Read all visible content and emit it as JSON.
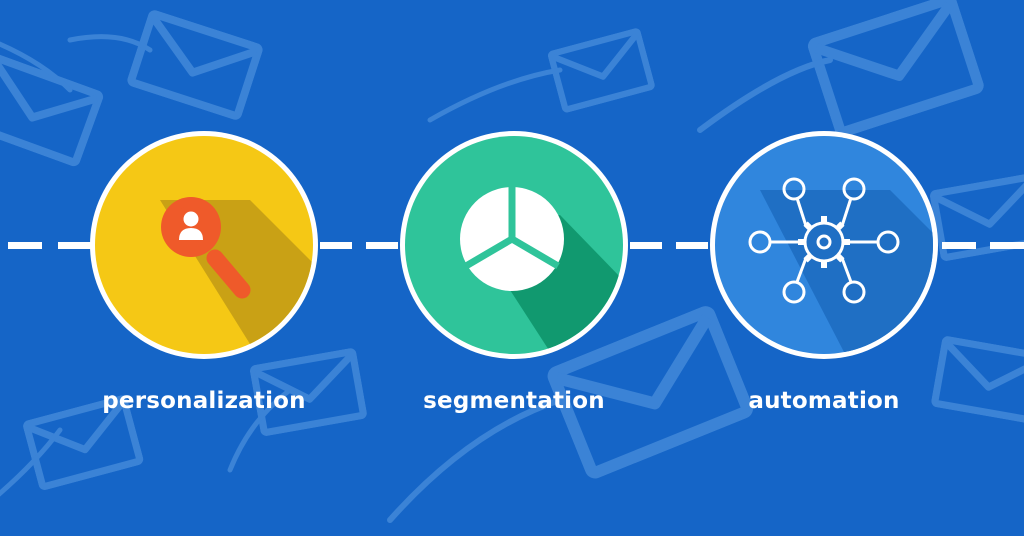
{
  "colors": {
    "background": "#1565c7",
    "envelope": "#3b83d6",
    "dash": "#ffffff",
    "ring": "#ffffff",
    "personalization_fill": "#f5c815",
    "personalization_shadow": "#c9a115",
    "magnifier": "#ef5a2a",
    "segmentation_fill": "#2fc49a",
    "segmentation_shadow": "#11996f",
    "automation_fill": "#3086dd",
    "automation_shadow": "#1f6fc4"
  },
  "steps": [
    {
      "label": "personalization",
      "icon": "user-magnifier-icon"
    },
    {
      "label": "segmentation",
      "icon": "pie-chart-icon"
    },
    {
      "label": "automation",
      "icon": "gear-network-icon"
    }
  ]
}
